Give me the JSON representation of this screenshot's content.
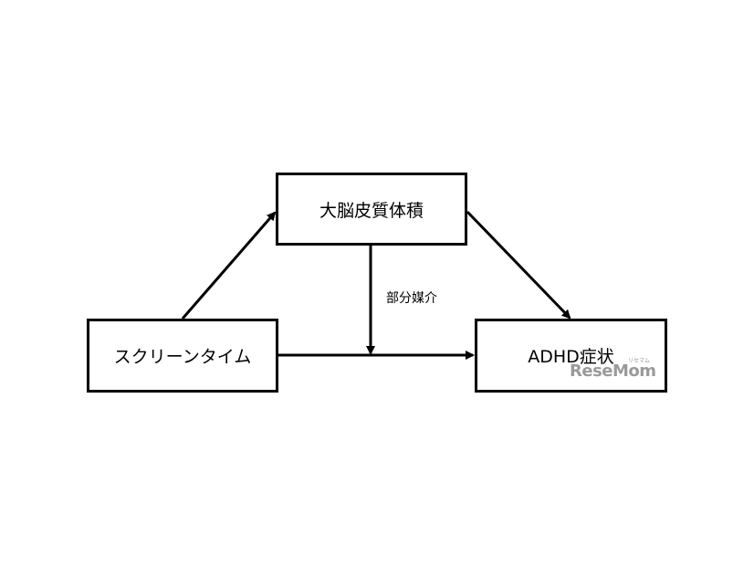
{
  "nodes": {
    "mediator": "大脳皮質体積",
    "exposure": "スクリーンタイム",
    "outcome": "ADHD症状"
  },
  "edge_label": "部分媒介",
  "watermark": {
    "brand": "ReseMom",
    "kana": "リセマム"
  }
}
